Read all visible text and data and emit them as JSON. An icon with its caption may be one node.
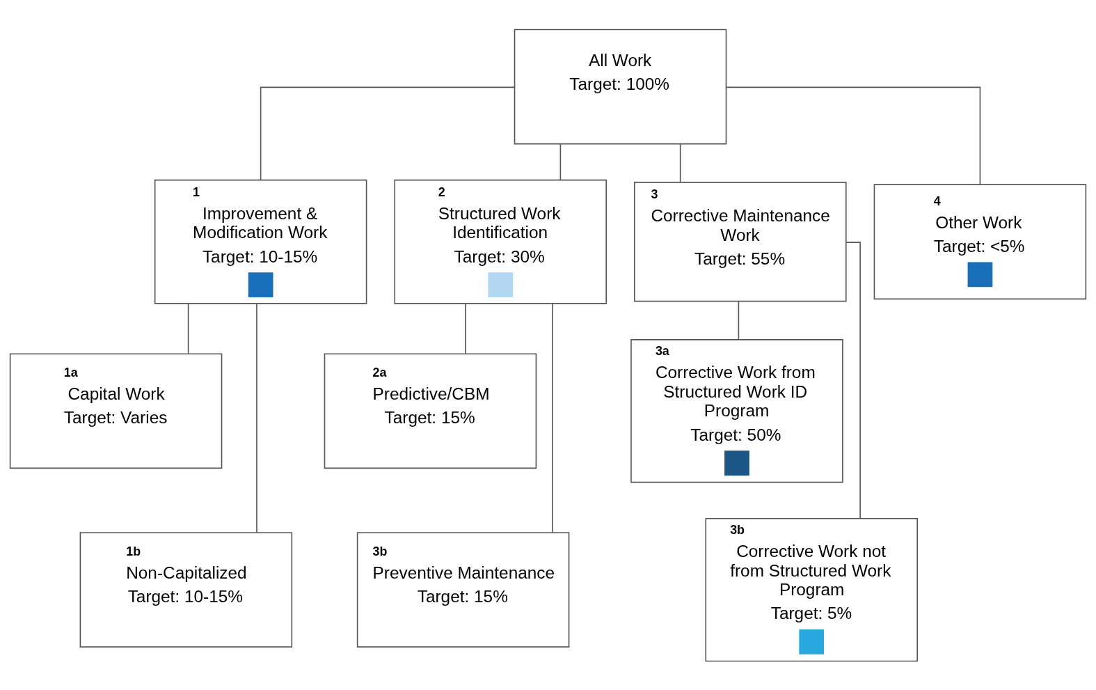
{
  "diagram": {
    "nodes": [
      {
        "text": [
          "All Work",
          "Target: 100%"
        ]
      },
      {
        "text": [
          "1",
          "Improvement & Modification Work",
          "Target: 10-15%"
        ]
      },
      {
        "text": [
          "2",
          "Structured Work Identification",
          "Target: 30%"
        ]
      },
      {
        "text": [
          "3",
          "Corrective Maintenance Work",
          "Target: 55%"
        ]
      },
      {
        "text": [
          "4",
          "Other Work",
          "Target: <5%"
        ]
      },
      {
        "text": [
          "1a",
          "Capital Work",
          "Target: Varies"
        ]
      },
      {
        "text": [
          "1b",
          "Non-Capitalized",
          "Target: 10-15%"
        ]
      },
      {
        "text": [
          "2a",
          "Predictive/CBM",
          "Target: 15%"
        ]
      },
      {
        "text": [
          "3b",
          "Preventive Maintenance",
          "Target: 15%"
        ]
      },
      {
        "text": [
          "3a",
          "Corrective Work from Structured Work ID Program",
          "Target: 50%"
        ]
      },
      {
        "text": [
          "3b",
          "Corrective Work not from Structured Work Program",
          "Target: 5%"
        ]
      }
    ],
    "edges": [
      {
        "from": 0,
        "to": 1,
        "arrow": "none"
      },
      {
        "from": 0,
        "to": 2,
        "arrow": "none"
      },
      {
        "from": 0,
        "to": 3,
        "arrow": "none"
      },
      {
        "from": 0,
        "to": 4,
        "arrow": "none"
      },
      {
        "from": 1,
        "to": 5,
        "arrow": "none"
      },
      {
        "from": 1,
        "to": 6,
        "arrow": "none"
      },
      {
        "from": 2,
        "to": 7,
        "arrow": "none"
      },
      {
        "from": 2,
        "to": 8,
        "arrow": "none"
      },
      {
        "from": 3,
        "to": 9,
        "arrow": "none"
      },
      {
        "from": 3,
        "to": 10,
        "arrow": "none"
      }
    ]
  }
}
